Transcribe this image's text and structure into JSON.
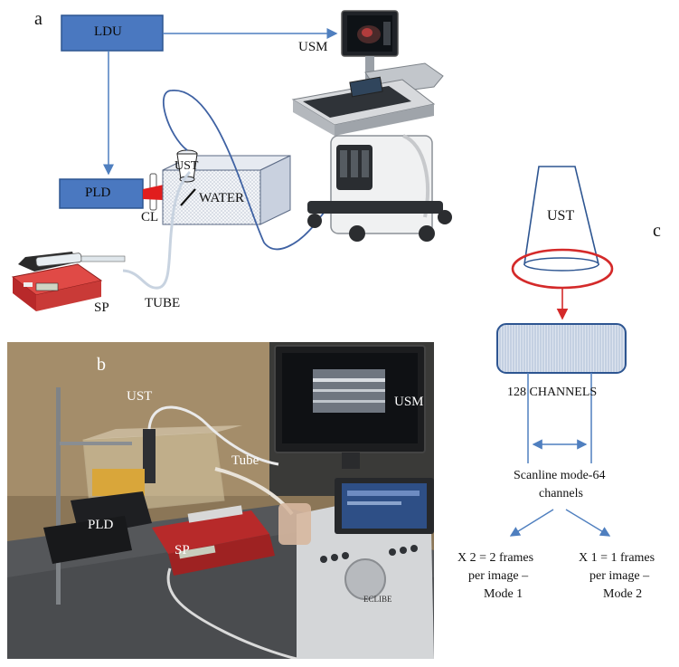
{
  "panels": {
    "a": {
      "letter": "a",
      "ldu": "LDU",
      "pld": "PLD",
      "usm": "USM",
      "ust": "UST",
      "water": "WATER",
      "cl": "CL",
      "tube": "TUBE",
      "sp": "SP"
    },
    "b": {
      "letter": "b",
      "ust": "UST",
      "usm": "USM",
      "tube": "Tube",
      "pld": "PLD",
      "sp": "SP",
      "brand": "ECLIBE"
    },
    "c": {
      "letter": "c",
      "ust": "UST",
      "channels": "128 CHANNELS",
      "scanline_1": "Scanline mode-64",
      "scanline_2": "channels",
      "left_1": "X 2 = 2 frames",
      "left_2": "per image –",
      "left_3": "Mode 1",
      "right_1": "X 1 = 1 frames",
      "right_2": "per image –",
      "right_3": "Mode 2"
    }
  },
  "colors": {
    "box_fill": "#4a78c0",
    "box_stroke": "#2d5591",
    "arrow": "#4f7fbf",
    "red": "#d42a2a",
    "device_red": "#c8282c"
  }
}
